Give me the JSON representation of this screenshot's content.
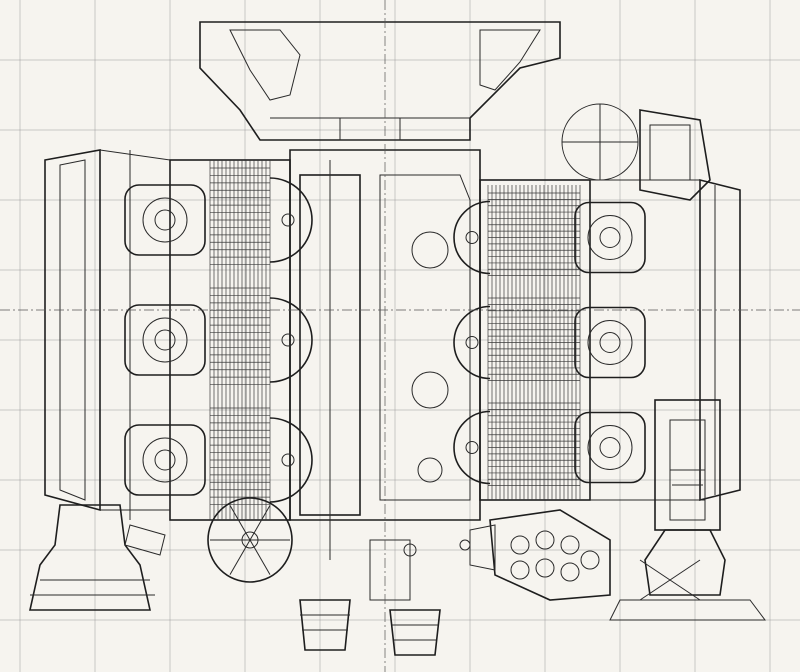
{
  "drawing": {
    "kind": "engine-front-elevation",
    "colors": {
      "paper": "#f6f4ef",
      "ink": "#2a2a2a",
      "grid": "#9a9a9a"
    },
    "left_bank": {
      "cylinders": 3,
      "fins_per_cylinder": 14
    },
    "right_bank": {
      "cylinders": 3,
      "fins_per_cylinder": 14
    },
    "grid": {
      "visible": true,
      "vertical_lines": 11,
      "horizontal_lines": 9
    }
  }
}
